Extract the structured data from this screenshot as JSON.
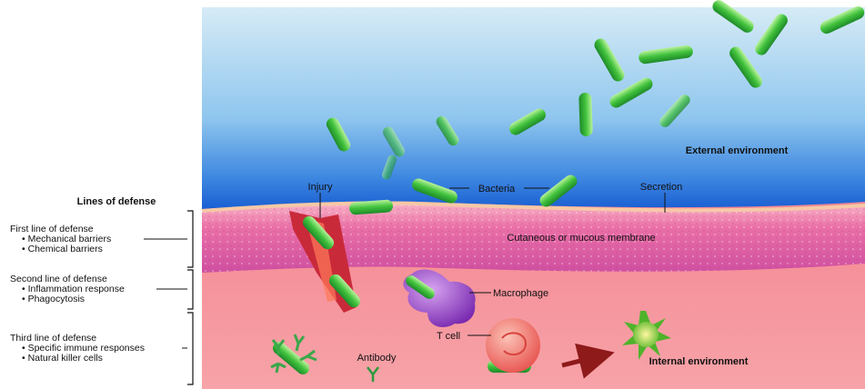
{
  "legend": {
    "title": "Lines of defense",
    "first": {
      "heading": "First line of defense",
      "items": [
        "• Mechanical barriers",
        "• Chemical barriers"
      ]
    },
    "second": {
      "heading": "Second line of defense",
      "items": [
        "• Inflammation response",
        "• Phagocytosis"
      ]
    },
    "third": {
      "heading": "Third line of defense",
      "items": [
        "• Specific immune responses",
        "• Natural killer cells"
      ]
    }
  },
  "labels": {
    "external": "External environment",
    "injury": "Injury",
    "bacteria": "Bacteria",
    "secretion": "Secretion",
    "membrane": "Cutaneous or mucous membrane",
    "macrophage": "Macrophage",
    "tcell": "T cell",
    "antibody": "Antibody",
    "internal": "Internal environment"
  },
  "colors": {
    "sky_top": "#cfe6f4",
    "sky_bottom": "#1f67d6",
    "membrane": "#e864a2",
    "tissue": "#f27a86",
    "bacteria": "#3fc23a",
    "macrophage": "#9b3fc4",
    "tcell": "#f05a5a",
    "arrow": "#8e1a1a"
  }
}
